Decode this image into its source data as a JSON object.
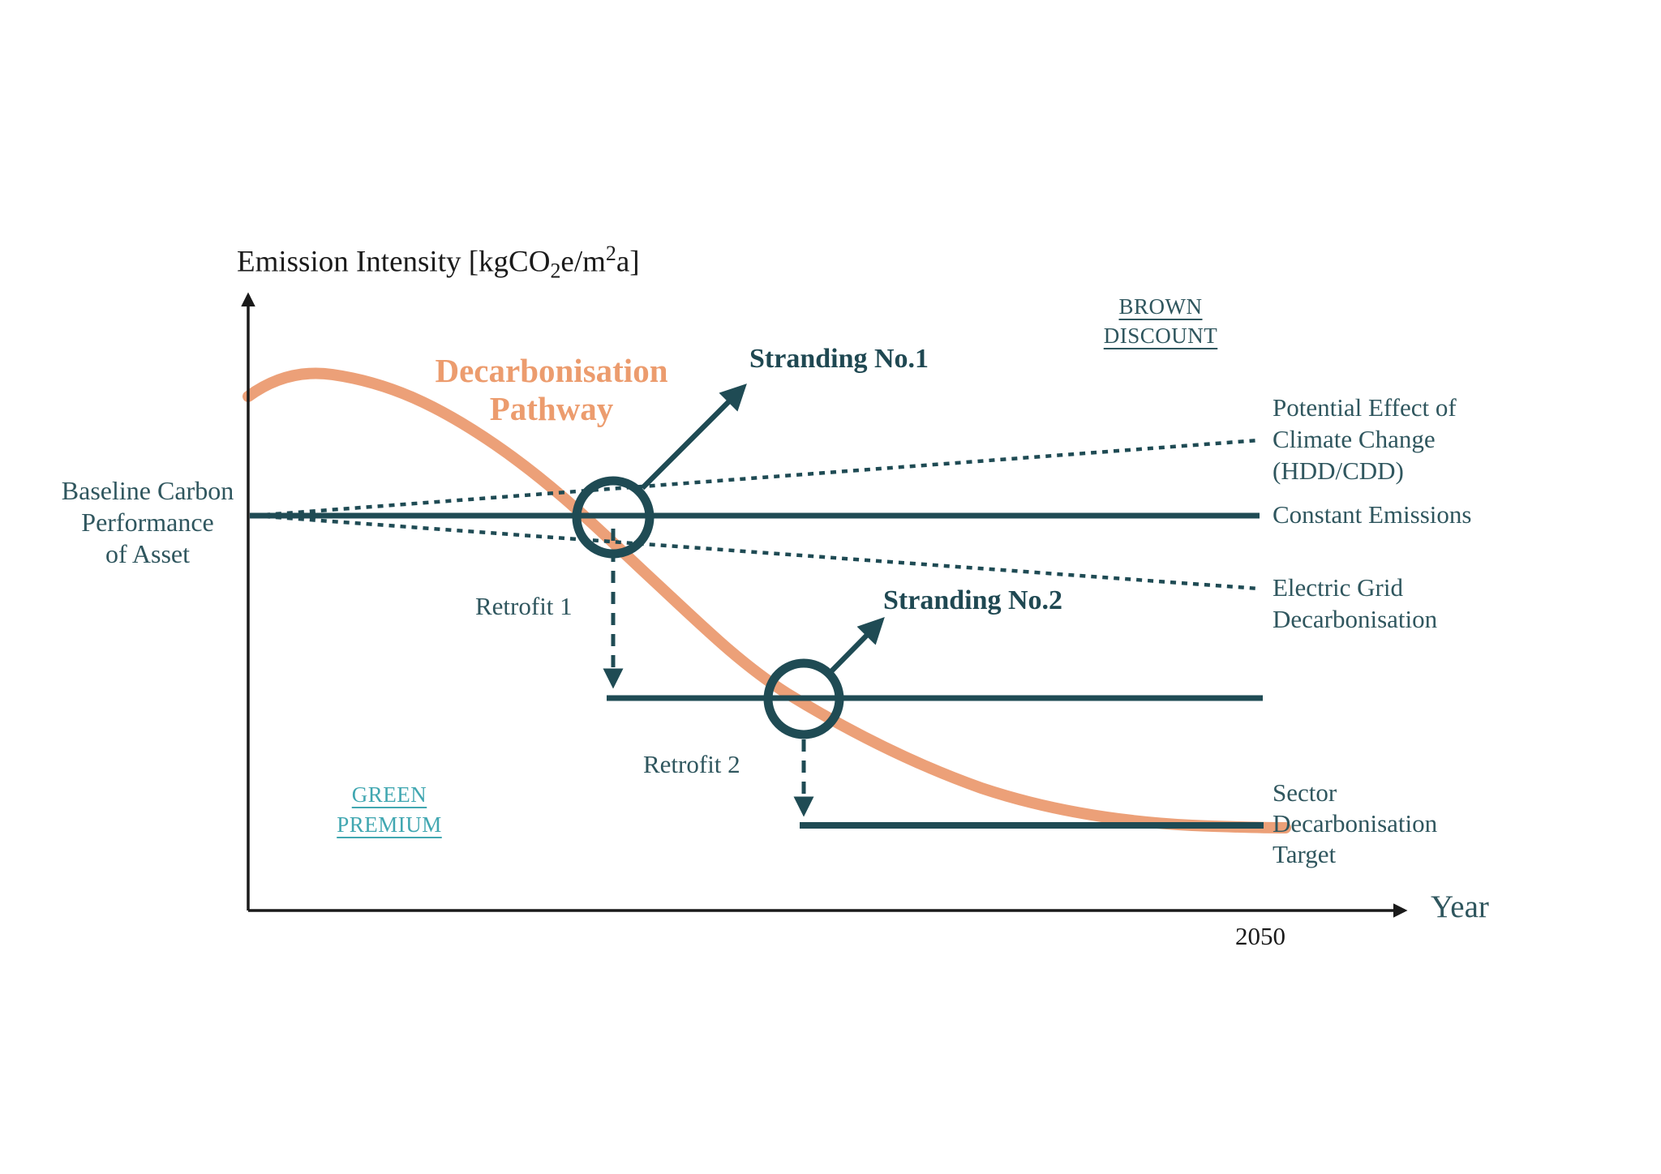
{
  "title": {
    "pre": "Emission Intensity [kgCO",
    "sub": "2",
    "mid": "e/m",
    "sup": "2",
    "post": "a]"
  },
  "pathway_label": {
    "line1": "Decarbonisation",
    "line2": "Pathway"
  },
  "baseline_label": {
    "line1": "Baseline Carbon",
    "line2": "Performance",
    "line3": "of Asset"
  },
  "brown_discount": {
    "line1": "BROWN",
    "line2": "DISCOUNT"
  },
  "green_premium": {
    "line1": "GREEN",
    "line2": "PREMIUM"
  },
  "stranding1_label": "Stranding No.1",
  "stranding2_label": "Stranding No.2",
  "retrofit1_label": "Retrofit 1",
  "retrofit2_label": "Retrofit 2",
  "right_labels": {
    "climate": {
      "line1": "Potential Effect of",
      "line2": "Climate Change",
      "line3": "(HDD/CDD)"
    },
    "constant": "Constant Emissions",
    "grid": {
      "line1": "Electric Grid",
      "line2": "Decarbonisation"
    },
    "target": {
      "line1": "Sector",
      "line2": "Decarbonisation",
      "line3": "Target"
    }
  },
  "axes": {
    "x_label": "Year",
    "x_tick": "2050"
  },
  "colors": {
    "pathway_orange": "#ECA078",
    "pathway_text_orange": "#EC9C6E",
    "line_teal": "#1F4B54",
    "label_teal": "#2F565E",
    "stranding_text_teal": "#1F4852",
    "green_premium_teal": "#41A7B1",
    "axis_black": "#1a1a1a",
    "background": "#ffffff"
  }
}
